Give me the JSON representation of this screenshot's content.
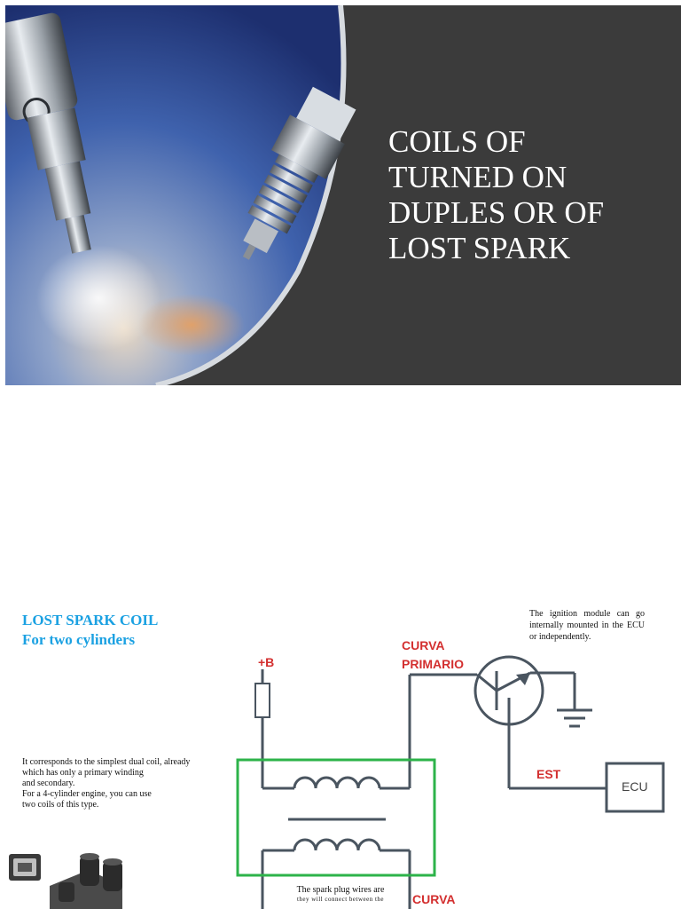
{
  "slide1": {
    "title": "COILS OF\nTURNED ON\nDUPLES OR OF\nLOST SPARK"
  },
  "slide2": {
    "heading": "LOST SPARK COIL\nFor two cylinders",
    "description": [
      "It corresponds to the simplest dual coil, already",
      "which has only a primary winding",
      "and secondary.",
      "For a 4-cylinder engine, you can use",
      "two coils of this type."
    ],
    "ignition_note": "The ignition module can go internally mounted in the ECU or independently.",
    "plug_note": "The spark plug wires are",
    "plug_note_cont": "they will connect between the",
    "schematic": {
      "battery_label": "+B",
      "primary_curve_label_1": "CURVA",
      "primary_curve_label_2": "PRIMARIO",
      "est_label": "EST",
      "ecu_label": "ECU",
      "secondary_curve_label": "CURVA"
    },
    "colors": {
      "heading": "#1ba1e2",
      "labels": "#d32f2f",
      "coil_box": "#2db34a",
      "wire": "#4a5560"
    }
  }
}
